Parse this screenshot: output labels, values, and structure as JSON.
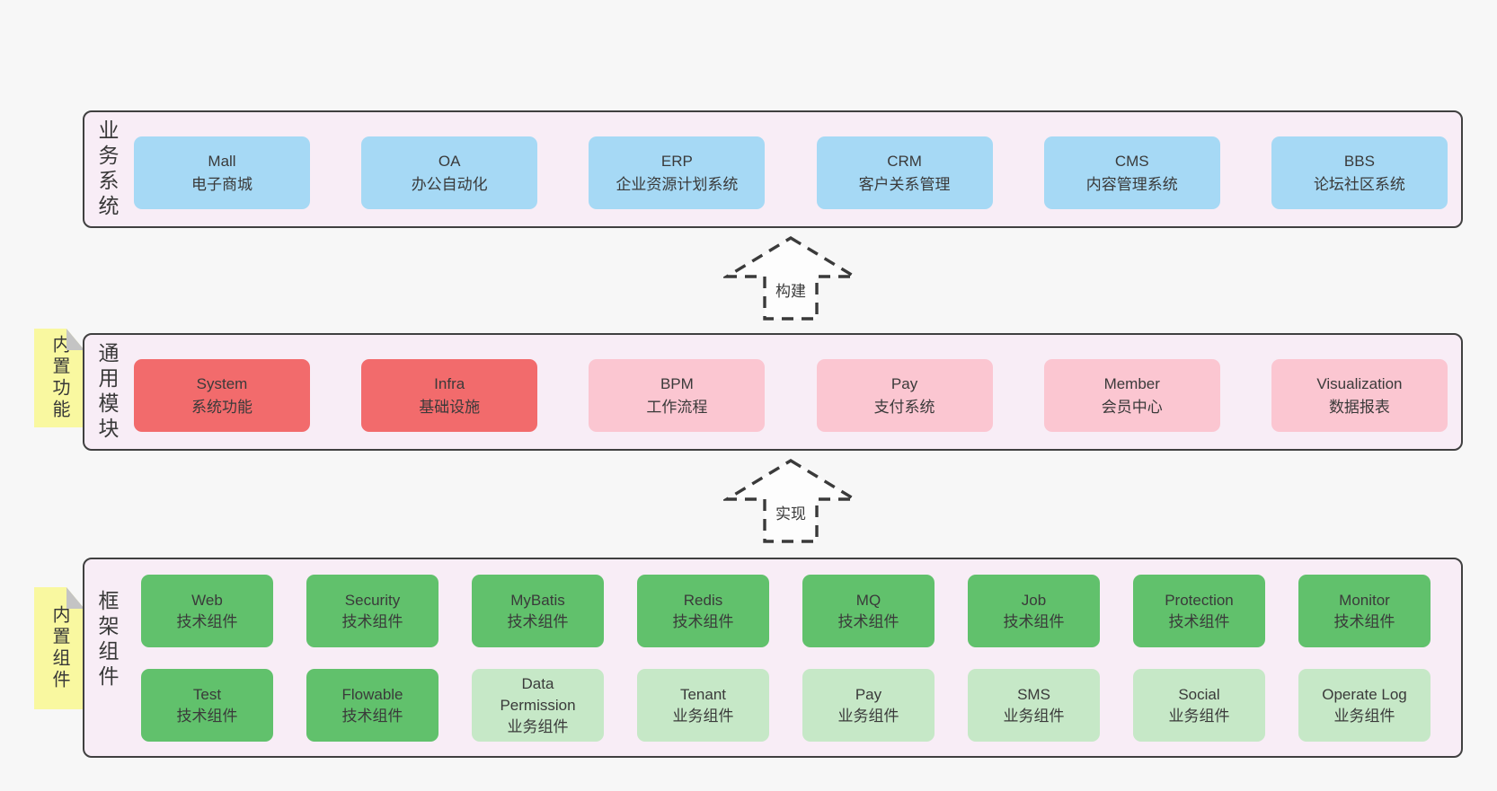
{
  "colors": {
    "page_background": "#f7f7f7",
    "container_fill": "#f8edf6",
    "container_border": "#404040",
    "blue": "#a6d9f5",
    "red": "#f26b6c",
    "pink": "#fbc6d1",
    "green": "#61c16c",
    "green_light": "#c6e8c7",
    "sticky_yellow": "#f9f8a0",
    "sticky_fold": "#c4c4c4",
    "text": "#3a3a3a"
  },
  "arrows": {
    "build": {
      "label": "构建"
    },
    "implement": {
      "label": "实现"
    }
  },
  "layers": {
    "business": {
      "label": "业务系统",
      "boxes": [
        {
          "title": "Mall",
          "subtitle": "电子商城",
          "variant": "blue"
        },
        {
          "title": "OA",
          "subtitle": "办公自动化",
          "variant": "blue"
        },
        {
          "title": "ERP",
          "subtitle": "企业资源计划系统",
          "variant": "blue"
        },
        {
          "title": "CRM",
          "subtitle": "客户关系管理",
          "variant": "blue"
        },
        {
          "title": "CMS",
          "subtitle": "内容管理系统",
          "variant": "blue"
        },
        {
          "title": "BBS",
          "subtitle": "论坛社区系统",
          "variant": "blue"
        }
      ]
    },
    "modules": {
      "label": "通用模块",
      "sticky": "内置功能",
      "boxes": [
        {
          "title": "System",
          "subtitle": "系统功能",
          "variant": "red"
        },
        {
          "title": "Infra",
          "subtitle": "基础设施",
          "variant": "red"
        },
        {
          "title": "BPM",
          "subtitle": "工作流程",
          "variant": "pink"
        },
        {
          "title": "Pay",
          "subtitle": "支付系统",
          "variant": "pink"
        },
        {
          "title": "Member",
          "subtitle": "会员中心",
          "variant": "pink"
        },
        {
          "title": "Visualization",
          "subtitle": "数据报表",
          "variant": "pink"
        }
      ]
    },
    "components": {
      "label": "框架组件",
      "sticky": "内置组件",
      "row1": [
        {
          "title": "Web",
          "subtitle": "技术组件",
          "variant": "green"
        },
        {
          "title": "Security",
          "subtitle": "技术组件",
          "variant": "green"
        },
        {
          "title": "MyBatis",
          "subtitle": "技术组件",
          "variant": "green"
        },
        {
          "title": "Redis",
          "subtitle": "技术组件",
          "variant": "green"
        },
        {
          "title": "MQ",
          "subtitle": "技术组件",
          "variant": "green"
        },
        {
          "title": "Job",
          "subtitle": "技术组件",
          "variant": "green"
        },
        {
          "title": "Protection",
          "subtitle": "技术组件",
          "variant": "green"
        },
        {
          "title": "Monitor",
          "subtitle": "技术组件",
          "variant": "green"
        }
      ],
      "row2": [
        {
          "title": "Test",
          "subtitle": "技术组件",
          "variant": "green"
        },
        {
          "title": "Flowable",
          "subtitle": "技术组件",
          "variant": "green"
        },
        {
          "title": "Data Permission",
          "subtitle": "业务组件",
          "variant": "green-light"
        },
        {
          "title": "Tenant",
          "subtitle": "业务组件",
          "variant": "green-light"
        },
        {
          "title": "Pay",
          "subtitle": "业务组件",
          "variant": "green-light"
        },
        {
          "title": "SMS",
          "subtitle": "业务组件",
          "variant": "green-light"
        },
        {
          "title": "Social",
          "subtitle": "业务组件",
          "variant": "green-light"
        },
        {
          "title": "Operate Log",
          "subtitle": "业务组件",
          "variant": "green-light"
        }
      ]
    }
  }
}
